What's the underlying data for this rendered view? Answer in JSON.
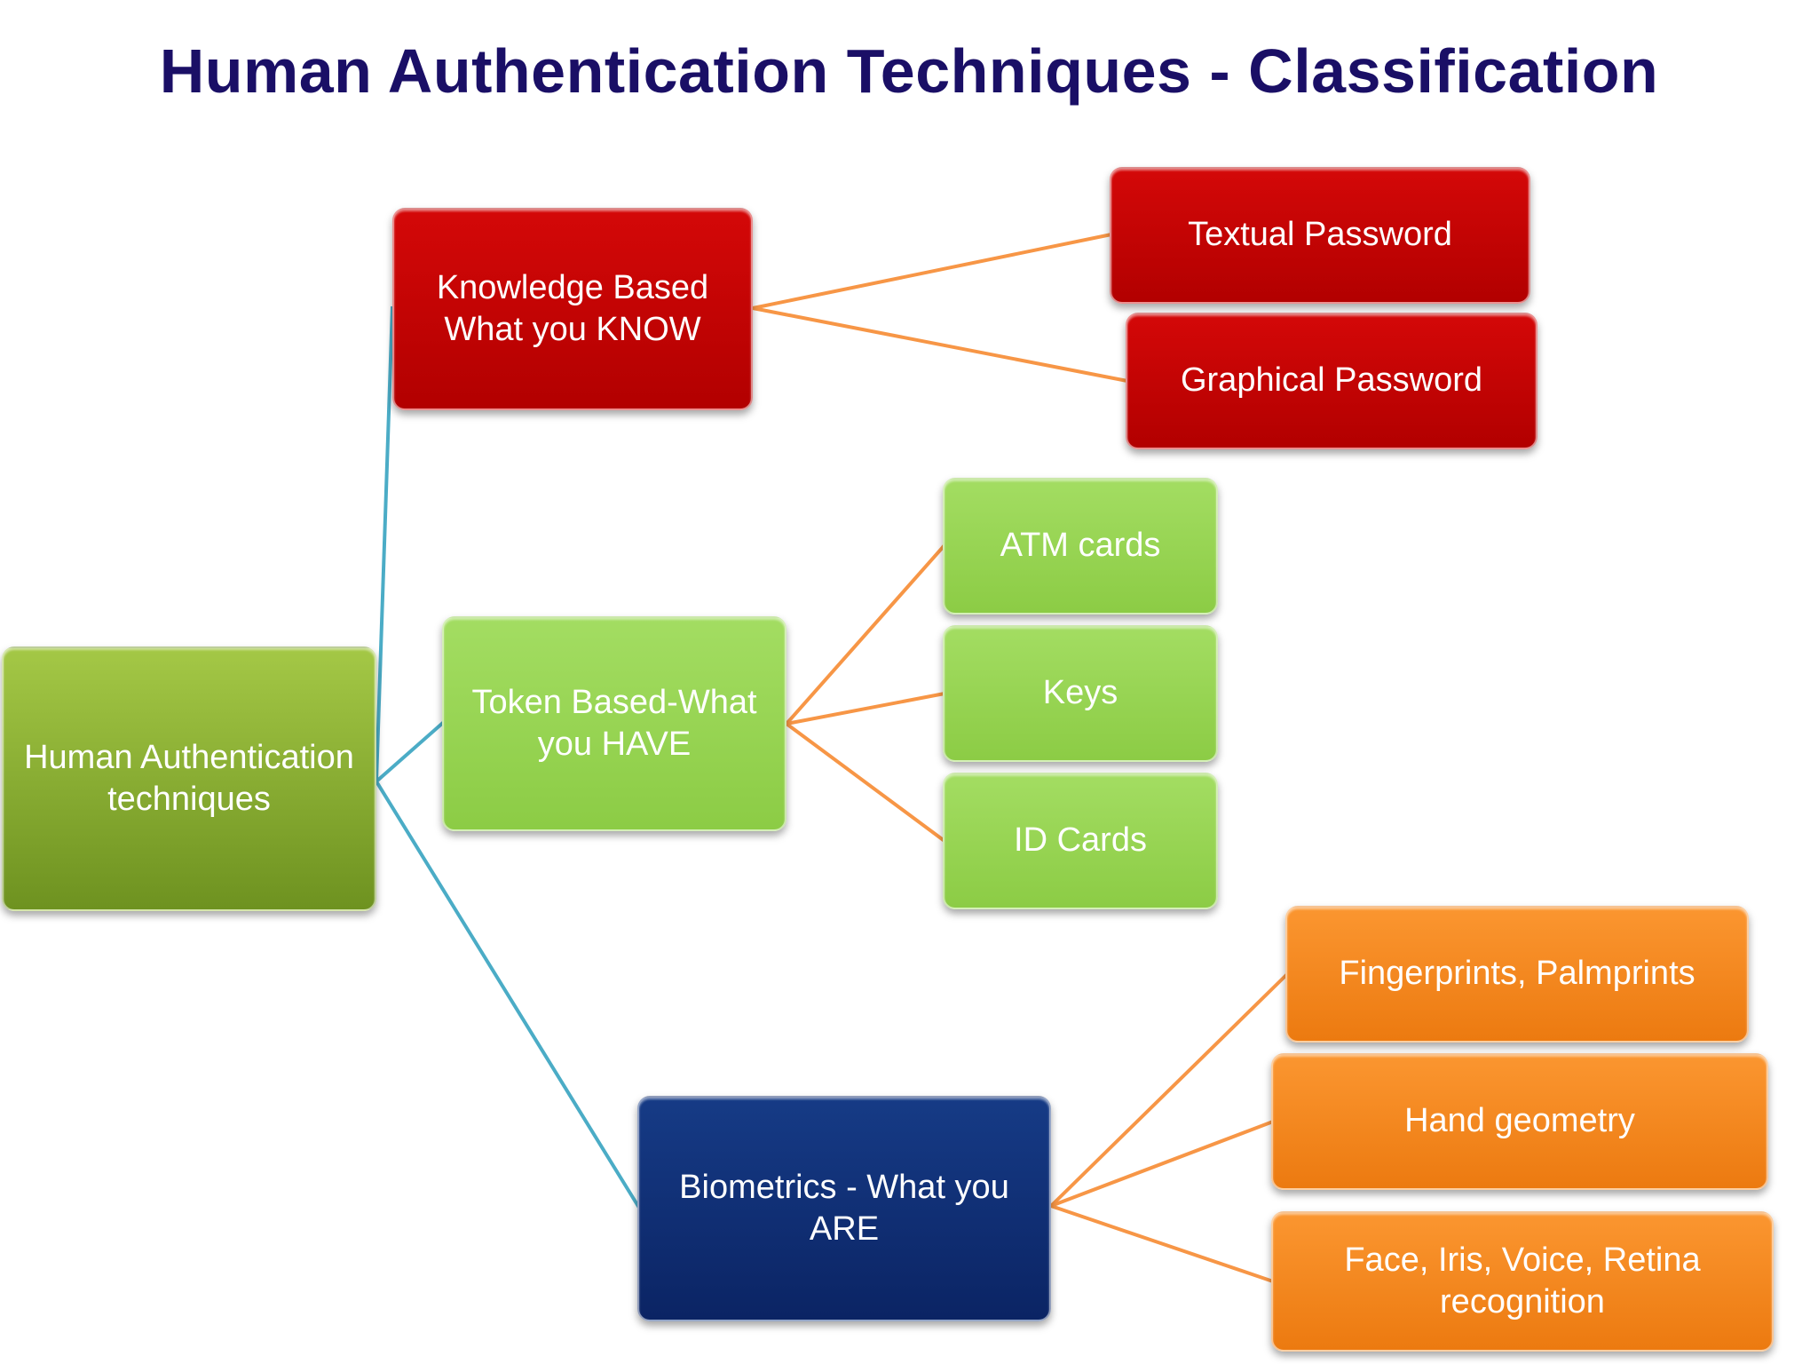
{
  "title": "Human Authentication Techniques - Classification",
  "nodes": {
    "root": "Human Authentication\ntechniques",
    "knowledge": "Knowledge Based\nWhat you KNOW",
    "token": "Token Based-What\nyou HAVE",
    "biometrics": "Biometrics - What you\nARE",
    "textual": "Textual Password",
    "graphical": "Graphical Password",
    "atm": "ATM cards",
    "keys": "Keys",
    "id_cards": "ID Cards",
    "fingerprints": "Fingerprints, Palmprints",
    "hand": "Hand geometry",
    "face": "Face, Iris, Voice, Retina\nrecognition"
  },
  "colors": {
    "title": "#1a0f66",
    "knowledge_branch": "#c00000",
    "token_branch": "#92d050",
    "root": "#7ea52e",
    "biometrics": "#0d2a6e",
    "biometric_leaves": "#f58720",
    "primary_connector": "#4bacc6",
    "secondary_connector": "#f79646"
  }
}
